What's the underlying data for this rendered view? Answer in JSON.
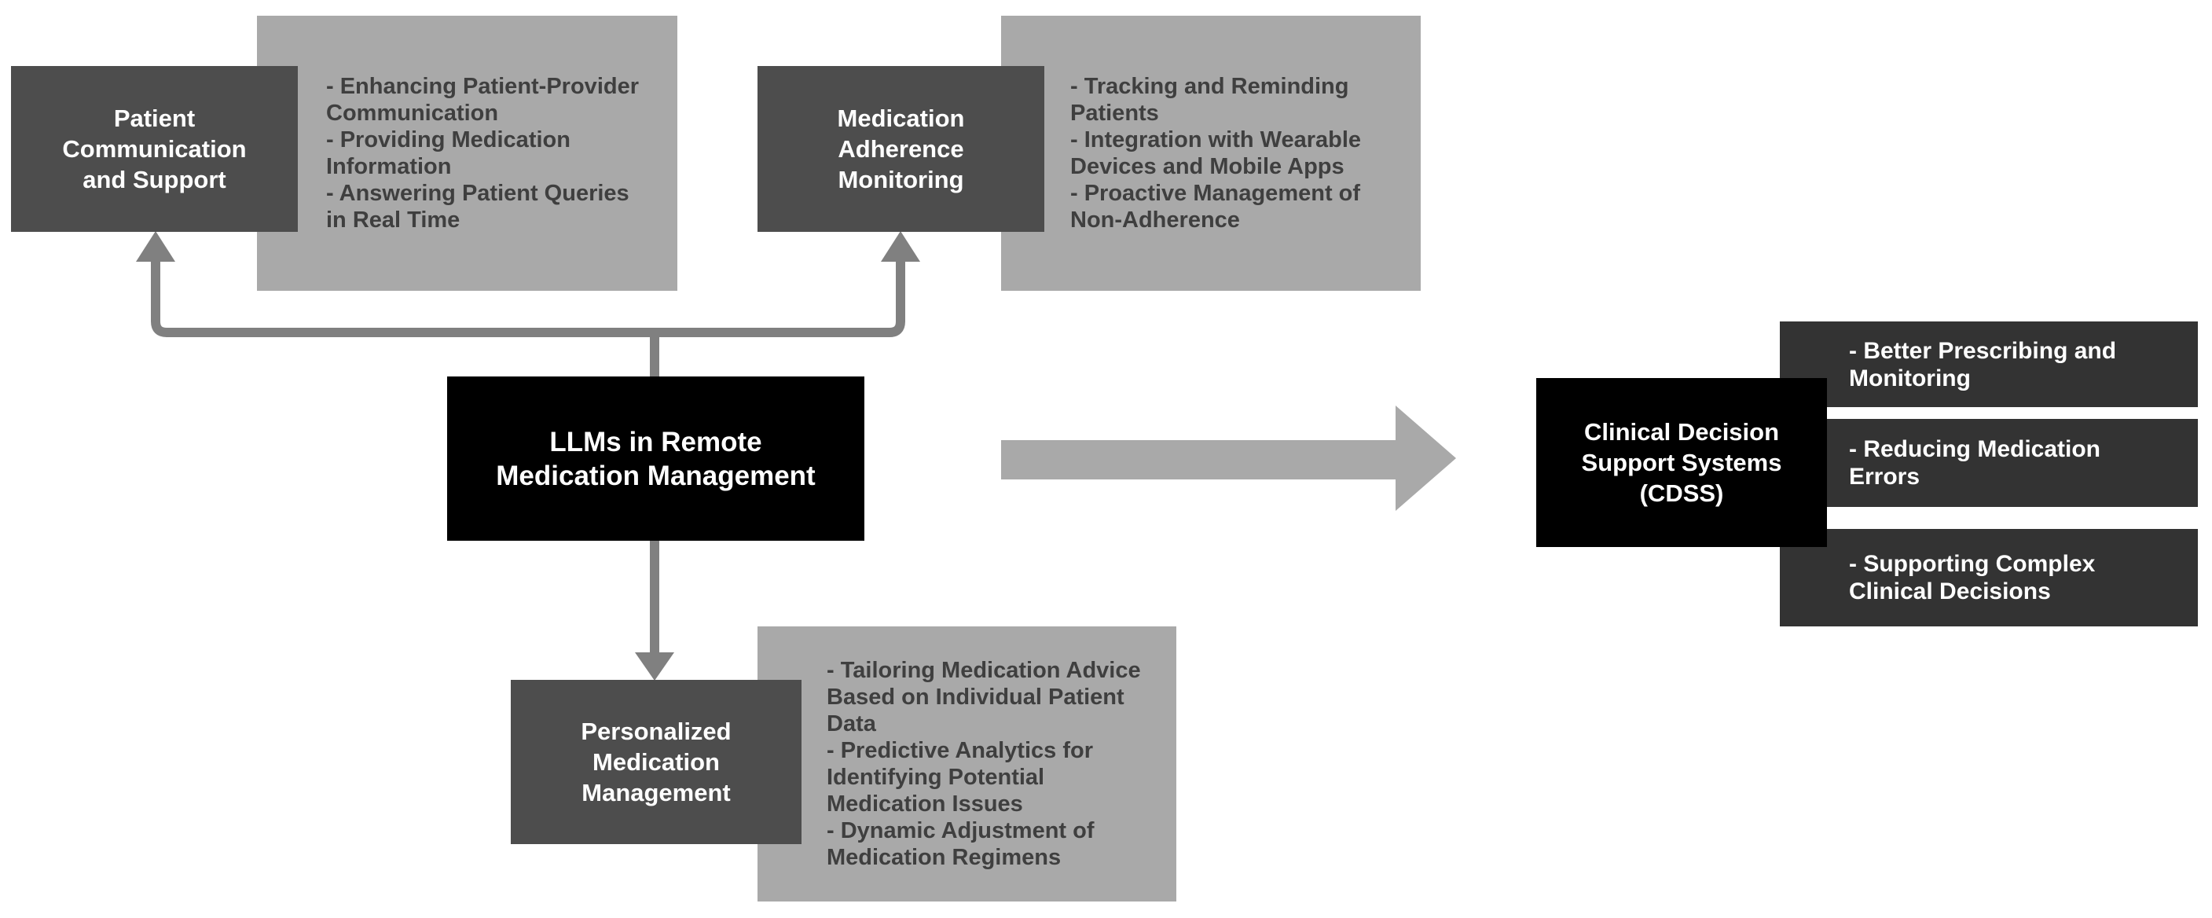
{
  "diagram_title": "LLMs in Remote Medication Management",
  "colors": {
    "background": "#ffffff",
    "branch_box": "#4d4d4d",
    "detail_panel": "#a9a9a9",
    "central_box": "#000000",
    "cdss_box": "#000000",
    "benefit_box": "#333333",
    "connector": "#808080",
    "flow_arrow": "#a9a9a9",
    "detail_text": "#3f3f3f",
    "box_text": "#ffffff"
  },
  "center": {
    "title": "LLMs in Remote\nMedication Management"
  },
  "branches": {
    "patient": {
      "title": "Patient\nCommunication\nand Support",
      "details": "- Enhancing Patient-Provider\nCommunication\n- Providing Medication\nInformation\n- Answering Patient Queries\nin Real Time"
    },
    "adherence": {
      "title": "Medication\nAdherence\nMonitoring",
      "details": "- Tracking and Reminding\nPatients\n- Integration with Wearable\nDevices and Mobile Apps\n- Proactive Management of\nNon-Adherence"
    },
    "personalized": {
      "title": "Personalized\nMedication\nManagement",
      "details": "- Tailoring Medication Advice\nBased on Individual Patient\nData\n- Predictive Analytics for\nIdentifying Potential\nMedication Issues\n- Dynamic Adjustment of\nMedication Regimens"
    }
  },
  "outcome": {
    "title": "Clinical Decision\nSupport Systems\n(CDSS)",
    "benefits": [
      "- Better Prescribing and\nMonitoring",
      "- Reducing Medication\nErrors",
      "- Supporting Complex\nClinical Decisions"
    ]
  }
}
